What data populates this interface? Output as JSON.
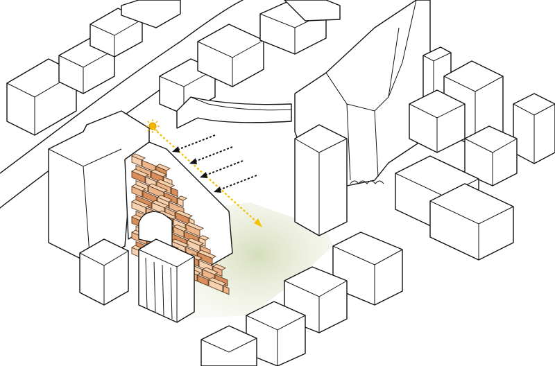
{
  "diagram": {
    "type": "axonometric site diagram",
    "colors": {
      "background": "#ffffff",
      "outline": "#111111",
      "sun": "#f2b705",
      "sun_ray": "#f2c200",
      "wind_arrow": "#111111",
      "facade_light": "#f6d2b0",
      "facade_mid": "#ecb58a",
      "facade_dark": "#d98f5c",
      "open_space_tint": "#d9dfc3"
    },
    "icons": {
      "sun": "sun-icon",
      "sun_ray": "sun-ray-arrow",
      "wind": "dashed-wind-arrow"
    },
    "wind_arrow_count": 4,
    "facade_style": "stepped brick blocks"
  }
}
